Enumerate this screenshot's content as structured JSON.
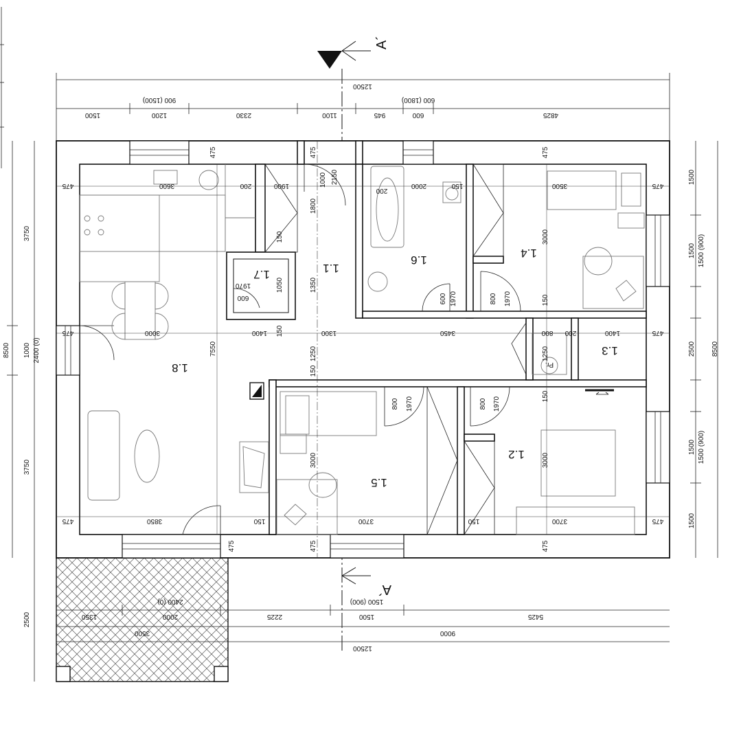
{
  "section_marker": "A´",
  "rooms": {
    "r11": "1.1",
    "r12": "1.2",
    "r13": "1.3",
    "r14": "1.4",
    "r15": "1.5",
    "r16": "1.6",
    "r17": "1.7",
    "r18": "1.8"
  },
  "fixture_label": "Pr.",
  "dims": {
    "top_total": "12500",
    "top_w1": "900 (1500)",
    "top_w2": "600 (1800)",
    "top_s1": "1500",
    "top_s2": "1200",
    "top_s3": "2330",
    "top_s4": "1100",
    "top_s5": "945",
    "top_s6": "600",
    "top_s7": "4825",
    "bot_s1": "1350",
    "bot_s2": "2000",
    "bot_door": "2400 (0)",
    "bot_s3": "2225",
    "bot_s4": "1500",
    "bot_win": "1500 (900)",
    "bot_s5": "5425",
    "bot_t1": "3500",
    "bot_t2": "9000",
    "bot_total": "12500",
    "left_total": "8500",
    "left_a": "3750",
    "left_b": "1000",
    "left_b2": "2400 (0)",
    "left_c": "3750",
    "left_terrace": "2500",
    "right_total": "8500",
    "right_a": "1500",
    "right_b": "1500",
    "right_b2": "1500 (900)",
    "right_c": "2500",
    "right_d": "1500",
    "right_d2": "1500 (900)",
    "right_e": "1500",
    "i_475": "475",
    "i_3600": "3600",
    "i_200": "200",
    "i_1900": "1900",
    "i_1000": "1000",
    "i_2150": "2150",
    "i_1800": "1800",
    "i_2000": "2000",
    "i_150": "150",
    "i_3500": "3500",
    "i_3000": "3000",
    "i_1350": "1350",
    "i_1050": "1050",
    "i_1970": "1970",
    "i_600": "600",
    "i_800": "800",
    "i_1400": "1400",
    "i_1300": "1300",
    "i_3450": "3450",
    "i_1250": "1250",
    "i_7550": "7550",
    "i_3850": "3850",
    "i_3700": "3700"
  }
}
